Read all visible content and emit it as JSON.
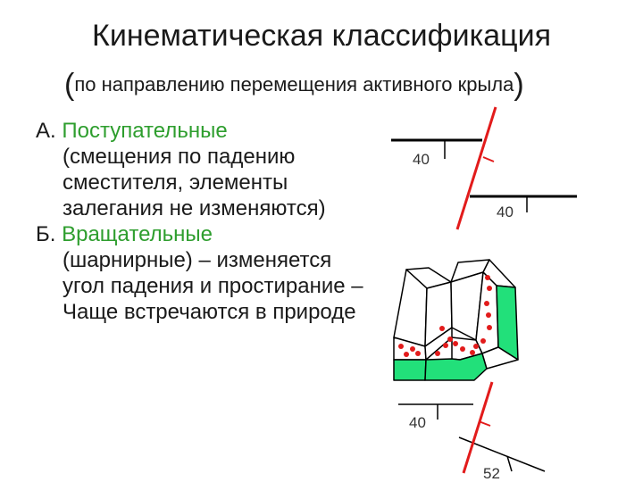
{
  "title": "Кинематическая классификация",
  "subtitle": "по направлению перемещения активного крыла",
  "section_a": {
    "letter": "А.",
    "heading": "Поступательные",
    "description": "(смещения по падению сместителя, элементы залегания не изменяются)"
  },
  "section_b": {
    "letter": "Б.",
    "heading": "Вращательные",
    "description": "(шарнирные) – изменяется угол падения и простирание – Чаще встречаются в природе"
  },
  "symbols": {
    "top_left_dip": "40",
    "top_right_dip": "40",
    "bottom_left_dip": "40",
    "bottom_right_dip": "52"
  },
  "colors": {
    "fault": "#e21b1b",
    "green_face": "#22e07a",
    "heading_green": "#2e9e2e"
  }
}
